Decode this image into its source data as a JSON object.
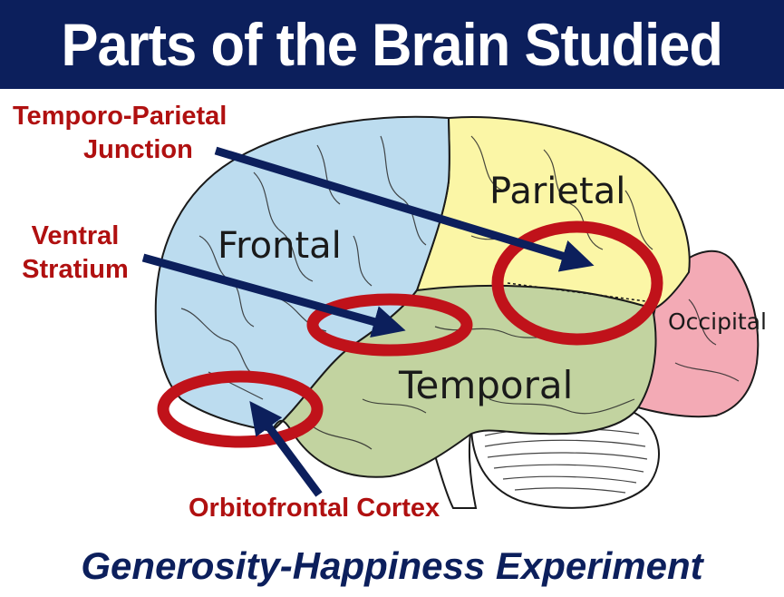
{
  "title": "Parts of the Brain Studied",
  "subtitle": "Generosity-Happiness Experiment",
  "callouts": {
    "tpj_line1": "Temporo-Parietal",
    "tpj_line2": "Junction",
    "vs_line1": "Ventral",
    "vs_line2": "Stratium",
    "ofc": "Orbitofrontal Cortex"
  },
  "lobes": {
    "frontal": "Frontal",
    "parietal": "Parietal",
    "temporal": "Temporal",
    "occipital": "Occipital"
  },
  "colors": {
    "title_bg": "#0c1f5c",
    "callout_text": "#b01010",
    "ring": "#c0121a",
    "arrow": "#0c1f5c",
    "frontal_fill": "#bcdcef",
    "parietal_fill": "#fbf6a6",
    "temporal_fill": "#c2d3a0",
    "occipital_fill": "#f3aab5",
    "cerebellum_fill": "#ffffff"
  }
}
